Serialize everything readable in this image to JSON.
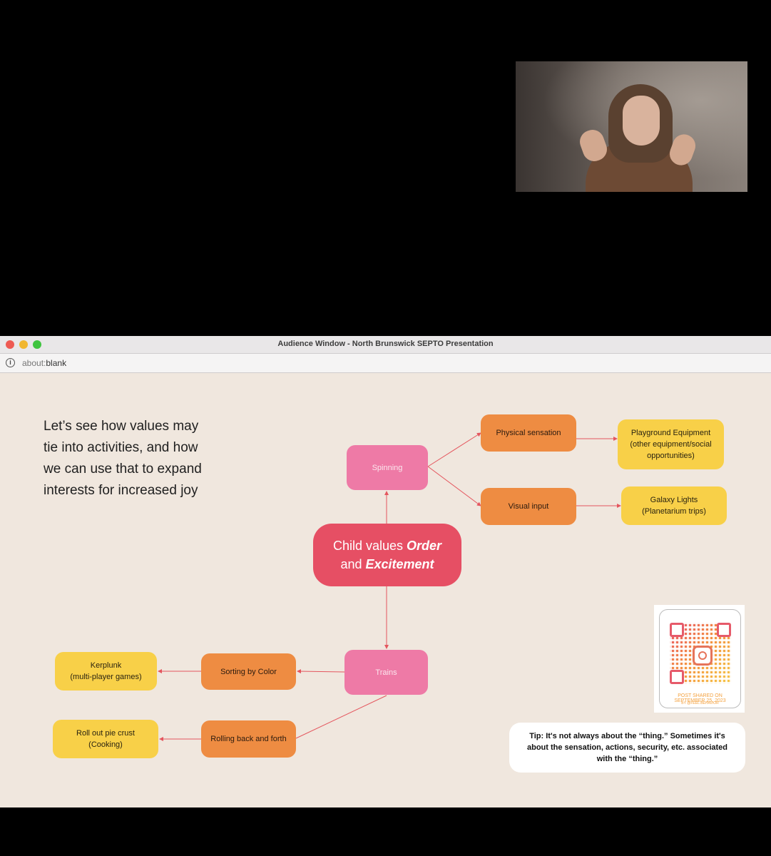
{
  "window": {
    "title": "Audience Window - North Brunswick SEPTO Presentation",
    "url_scheme": "about:",
    "url_rest": "blank"
  },
  "slide": {
    "heading_lines": [
      "Let’s see how values may",
      "tie into activities, and how",
      "we can use that to expand",
      "interests for increased joy"
    ],
    "center": {
      "prefix": "Child values ",
      "bold1": "Order",
      "middle": "and ",
      "bold2": "Excitement"
    },
    "nodes": {
      "spinning": "Spinning",
      "physical_sensation": "Physical sensation",
      "playground_line1": "Playground Equipment",
      "playground_line2": "(other equipment/social",
      "playground_line3": "opportunities)",
      "visual_input": "Visual input",
      "galaxy_line1": "Galaxy Lights",
      "galaxy_line2": "(Planetarium trips)",
      "trains": "Trains",
      "sorting": "Sorting by Color",
      "kerplunk_line1": "Kerplunk",
      "kerplunk_line2": "(multi-player games)",
      "rolling": "Rolling back and forth",
      "pie_line1": "Roll out pie crust",
      "pie_line2": "(Cooking)"
    },
    "qr": {
      "caption": "POST SHARED ON SEPTEMBER 25, 2023",
      "handle": "BY @FEEL.BEHAVIOR"
    },
    "tip": "Tip: It's not always about the “thing.” Sometimes it's about the sensation, actions, security, etc. associated with the “thing.”"
  },
  "colors": {
    "pink": "#ee7aa6",
    "orange": "#ee8c42",
    "yellow": "#f8d048",
    "center": "#e64f64",
    "arrow": "#e4565e"
  }
}
